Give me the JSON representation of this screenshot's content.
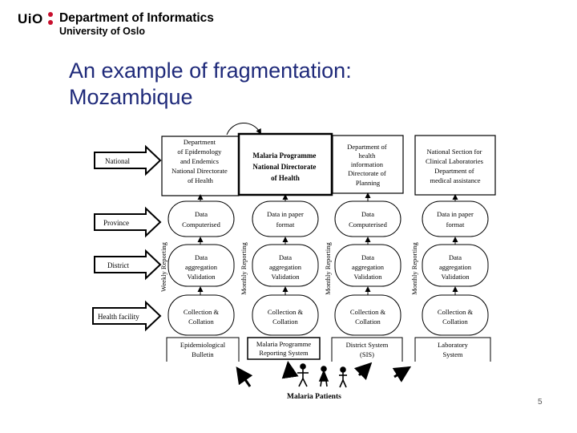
{
  "header": {
    "logo": "UiO",
    "department": "Department of Informatics",
    "university": "University of Oslo"
  },
  "title": {
    "line1": "An example of fragmentation:",
    "line2": "Mozambique"
  },
  "levels": {
    "national": "National",
    "province": "Province",
    "district": "District",
    "health_facility": "Health facility"
  },
  "top_boxes": {
    "epi": [
      "Department",
      "of Epidemology",
      "and Endemics",
      "National Directorate",
      "of Health"
    ],
    "malaria": [
      "Malaria Programme",
      "National Directorate",
      "of Health"
    ],
    "him": [
      "Department of",
      "health",
      "information",
      "Directorate of",
      "Planning"
    ],
    "lab": [
      "National Section for",
      "Clinical Laboratories",
      "Department of",
      "medical assistance"
    ]
  },
  "reporting": {
    "weekly": "Weekly Reporting",
    "monthly": "Monthly Reporting"
  },
  "cells": {
    "province": [
      [
        "Data",
        "Computerised"
      ],
      [
        "Data in paper",
        "format"
      ],
      [
        "Data",
        "Computerised"
      ],
      [
        "Data in paper",
        "format"
      ]
    ],
    "district": [
      [
        "Data",
        "aggregation",
        "Validation"
      ],
      [
        "Data",
        "aggregation",
        "Validation"
      ],
      [
        "Data",
        "aggregation",
        "Validation"
      ],
      [
        "Data",
        "aggregation",
        "Validation"
      ]
    ],
    "facility": [
      [
        "Collection &",
        "Collation"
      ],
      [
        "Collection &",
        "Collation"
      ],
      [
        "Collection &",
        "Collation"
      ],
      [
        "Collection &",
        "Collation"
      ]
    ]
  },
  "systems": [
    [
      "Epidemiological",
      "Bulletin"
    ],
    [
      "Malaria Programme",
      "Reporting System"
    ],
    [
      "District System",
      "(SIS)"
    ],
    [
      "Laboratory",
      "System"
    ]
  ],
  "patients_label": "Malaria Patients",
  "page_number": "5",
  "colors": {
    "title": "#1f2a7a",
    "logo_colon": "#c8102e"
  }
}
